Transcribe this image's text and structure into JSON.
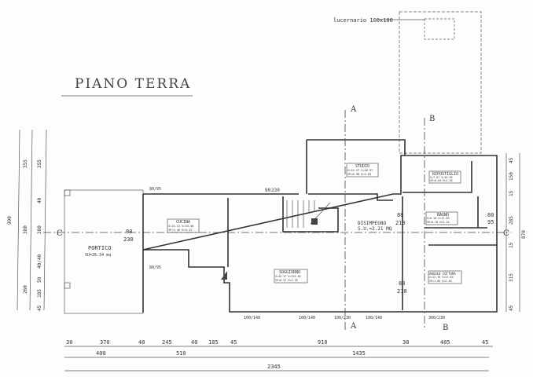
{
  "title": "PIANO TERRA",
  "skylight": "lucernario 100x100",
  "sections": {
    "a": "A",
    "b": "B",
    "c": "C"
  },
  "rooms": {
    "portico": {
      "name": "PORTICO",
      "area": "SU=26.34 mq"
    },
    "cucina": {
      "name": "CUCINA",
      "l1": "S=15.31 V=33.46",
      "l2": "SP=3.46 H=3.22"
    },
    "soggiorno": {
      "name": "SOGGIORNO",
      "l1": "S=45.17 V=121.65",
      "l2": "SP=6.57 H=2.78"
    },
    "studio": {
      "name": "STUDIO",
      "l1": "S=15.57 V=40.97",
      "l2": "SP=6.98 H=2.63"
    },
    "disimpegno": {
      "name": "DISIMPEGNO",
      "area": "S.U.=2.21 MQ"
    },
    "ripostiglio": {
      "name": "RIPOSTIGLIO",
      "l1": "S=7.07 V=15.95",
      "l2": "SP=0.64 H=2.26"
    },
    "bagno": {
      "name": "BAGNO",
      "l1": "S=6.15 V=17.83",
      "l2": "SP=0.78 H=2.24"
    },
    "cottura": {
      "name": "ANGOLO COTTURA",
      "l1": "S=12.76 V=27.64",
      "l2": "SP=1.85 H=2.54"
    }
  },
  "openings": {
    "o1": "80",
    "o1b": "230",
    "o2": "90",
    "o2b": "230",
    "o3": "80",
    "o3b": "210",
    "o4": "80",
    "o4b": "210",
    "o5": "80",
    "o5b": "95",
    "w1": "80/95",
    "w2": "100/140",
    "w3": "100/230",
    "w4": "300/230"
  },
  "bottom_dims": {
    "row1": [
      "30",
      "370",
      "40",
      "245",
      "40",
      "185",
      "45",
      "910",
      "30",
      "405",
      "45"
    ],
    "row2": [
      "400",
      "510",
      "1435"
    ],
    "total": "2345"
  },
  "left_dims": {
    "col1": "990",
    "col2": [
      "355",
      "380",
      "260"
    ],
    "col3": [
      "355",
      "40",
      "380",
      "40/40",
      "50",
      "185",
      "45"
    ]
  },
  "right_dims": {
    "col1": [
      "45",
      "150",
      "15",
      "285",
      "15",
      "315",
      "45"
    ],
    "total": "870"
  }
}
